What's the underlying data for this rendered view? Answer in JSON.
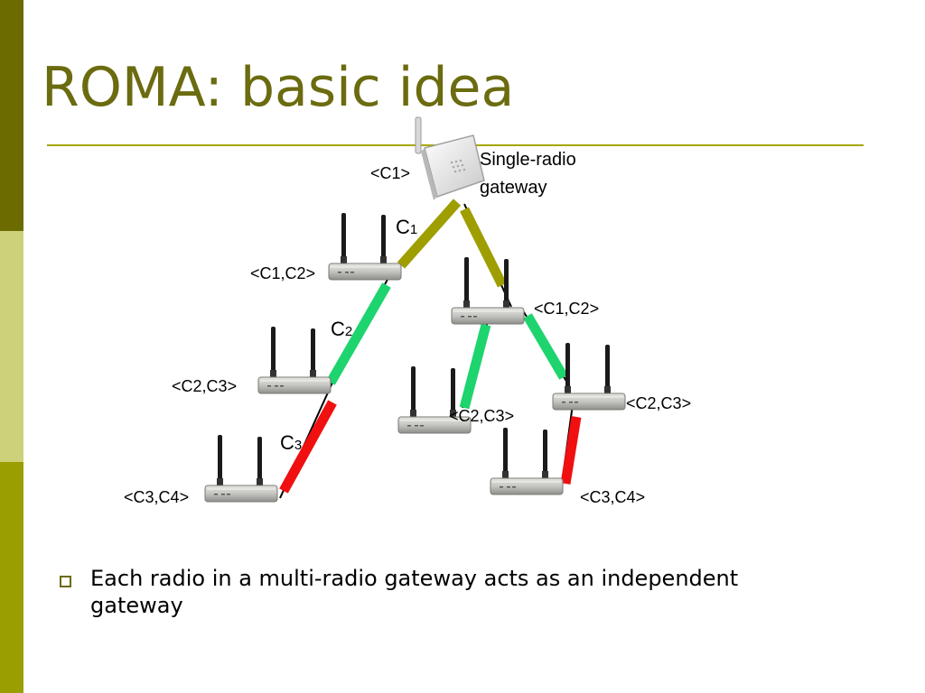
{
  "slide": {
    "title": "ROMA: basic idea",
    "bullet": "Each radio in a multi-radio gateway acts as an independent gateway"
  },
  "diagram": {
    "gateway_label_line1": "Single-radio",
    "gateway_label_line2": "gateway",
    "nodes": [
      {
        "channels": [
          "C1"
        ]
      },
      {
        "channels": [
          "C1",
          "C2"
        ]
      },
      {
        "channels": [
          "C2",
          "C3"
        ]
      },
      {
        "channels": [
          "C3",
          "C4"
        ]
      },
      {
        "channels": [
          "C1",
          "C2"
        ]
      },
      {
        "channels": [
          "C2",
          "C3"
        ]
      },
      {
        "channels": [
          "C2",
          "C3"
        ]
      },
      {
        "channels": [
          "C3",
          "C4"
        ]
      }
    ],
    "link_labels": [
      {
        "c": "C",
        "n": "1"
      },
      {
        "c": "C",
        "n": "2"
      },
      {
        "c": "C",
        "n": "3"
      }
    ],
    "link_colors": {
      "C1": "#9e9e00",
      "C2": "#1ed46e",
      "C3": "#f01010"
    }
  }
}
